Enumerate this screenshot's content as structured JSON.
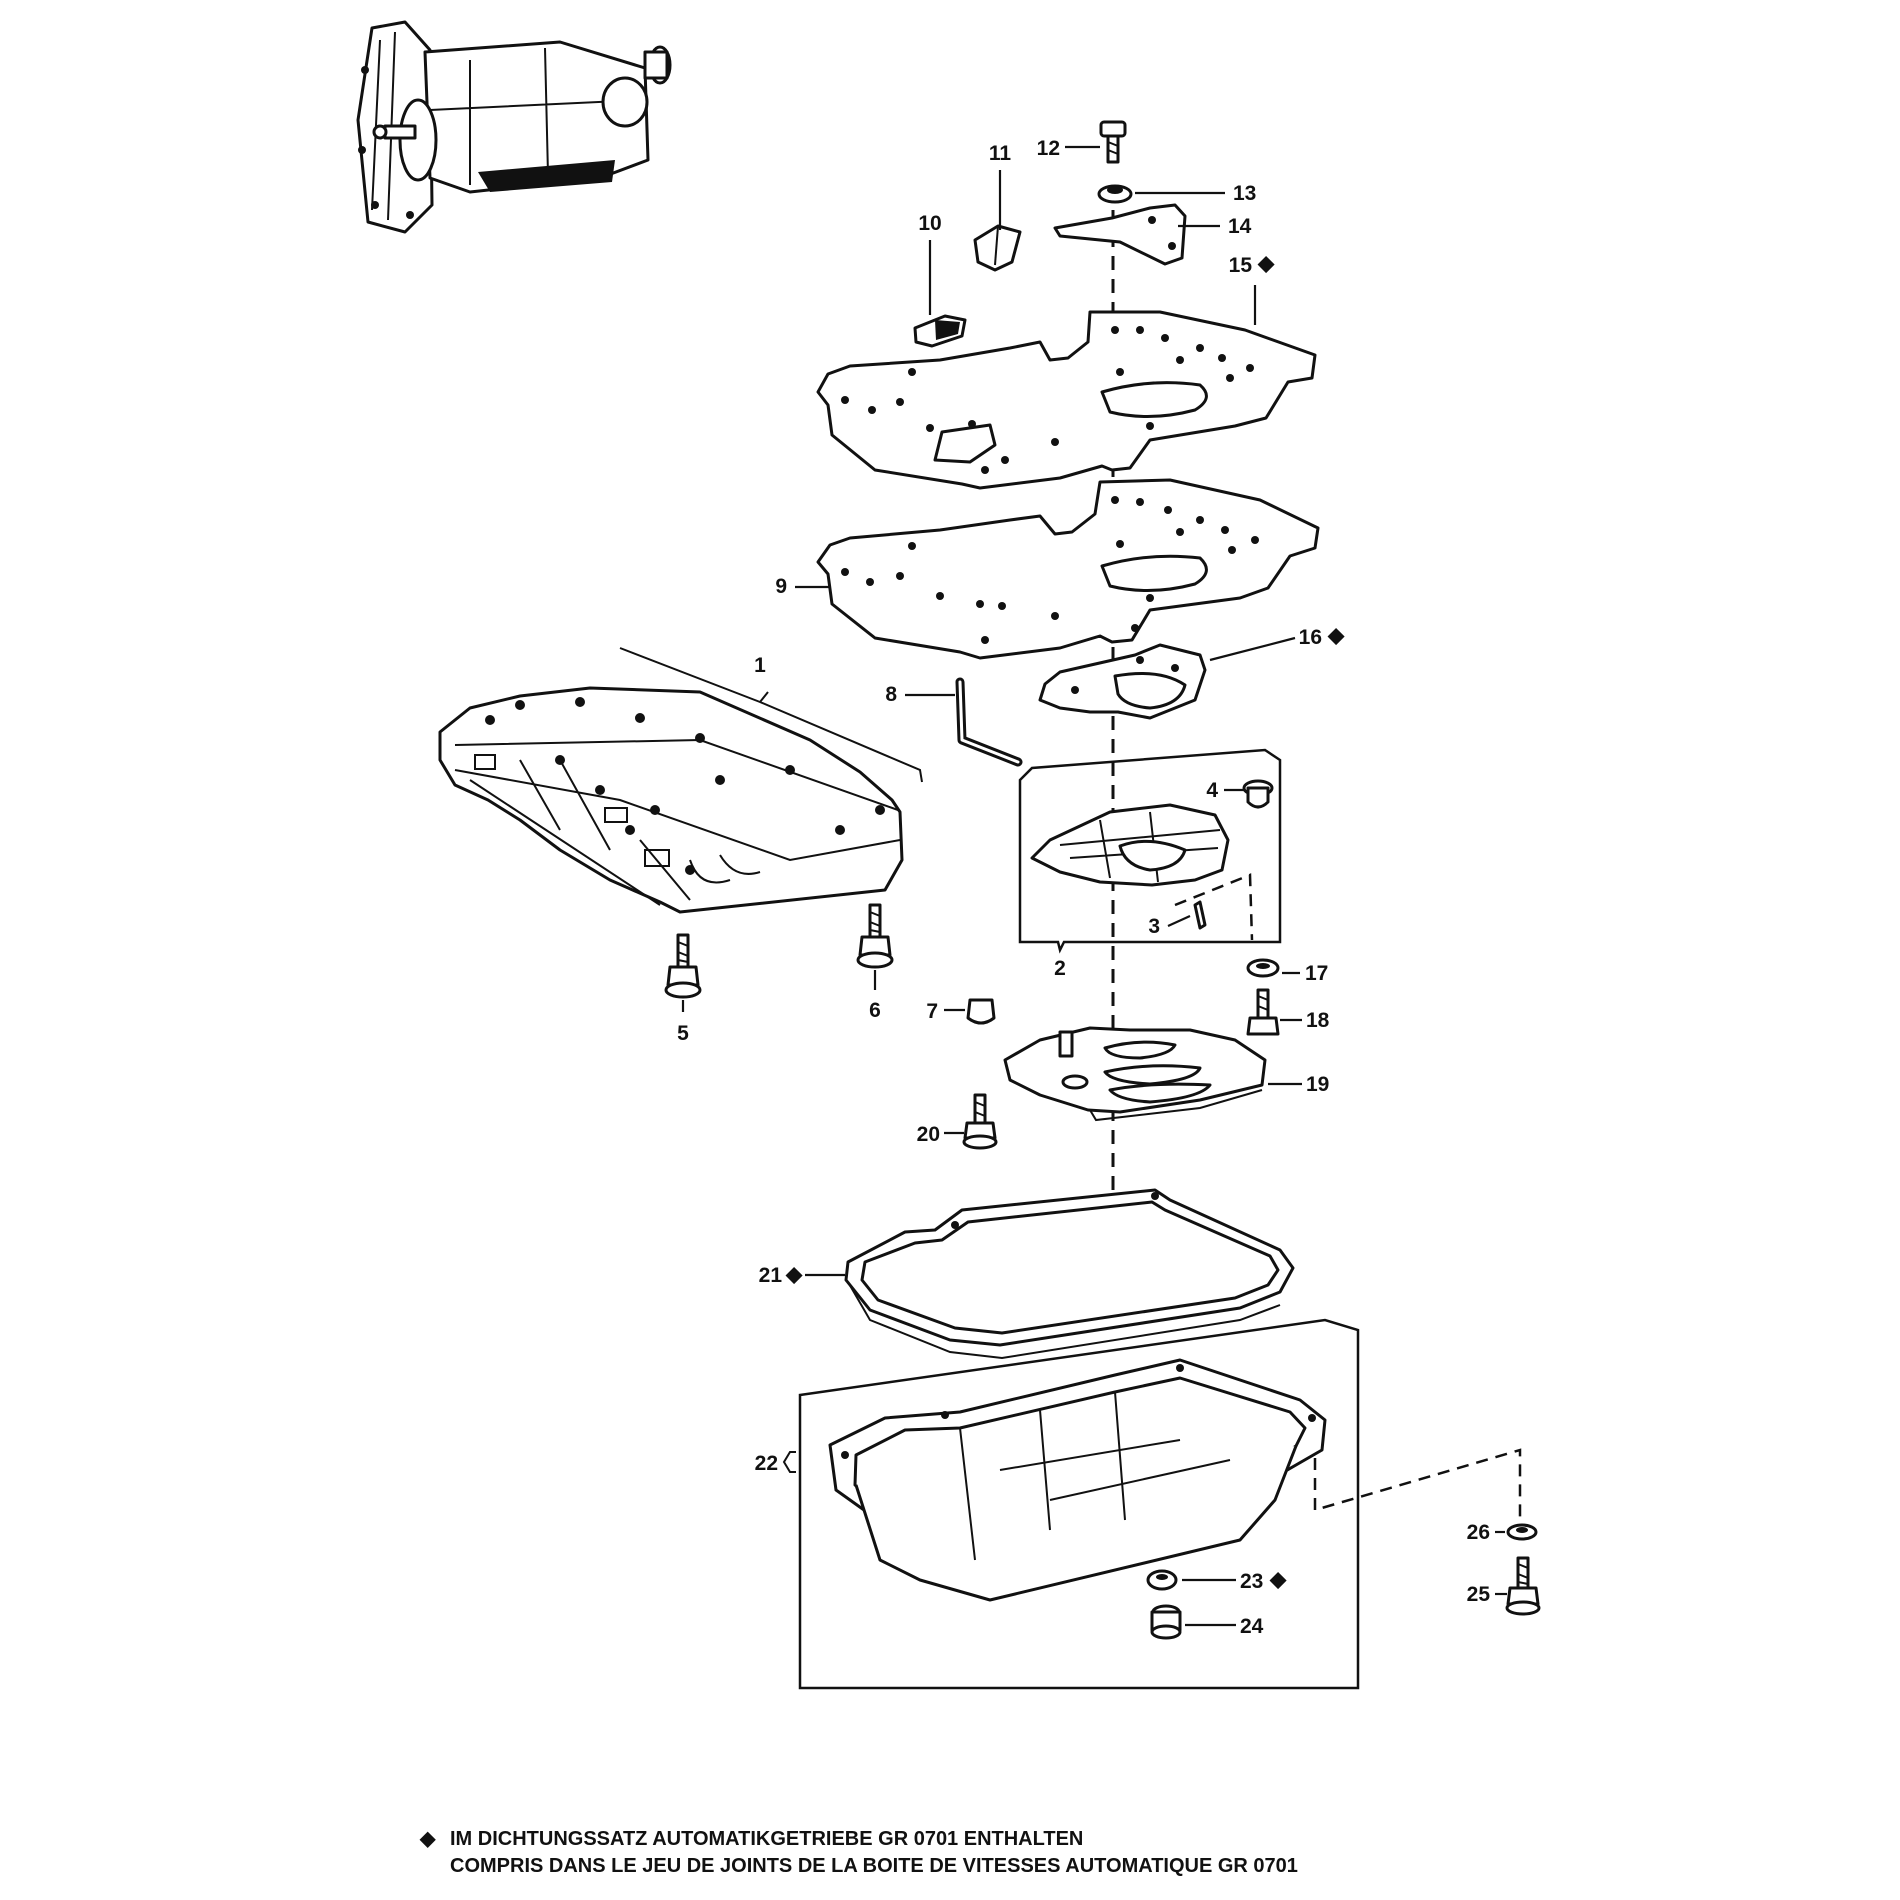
{
  "diagram": {
    "marker_symbol": "◆",
    "parts": [
      {
        "number": "1",
        "marked": false
      },
      {
        "number": "2",
        "marked": false
      },
      {
        "number": "3",
        "marked": false
      },
      {
        "number": "4",
        "marked": false
      },
      {
        "number": "5",
        "marked": false
      },
      {
        "number": "6",
        "marked": false
      },
      {
        "number": "7",
        "marked": false
      },
      {
        "number": "8",
        "marked": false
      },
      {
        "number": "9",
        "marked": false
      },
      {
        "number": "10",
        "marked": false
      },
      {
        "number": "11",
        "marked": false
      },
      {
        "number": "12",
        "marked": false
      },
      {
        "number": "13",
        "marked": false
      },
      {
        "number": "14",
        "marked": false
      },
      {
        "number": "15",
        "marked": true
      },
      {
        "number": "16",
        "marked": true
      },
      {
        "number": "17",
        "marked": false
      },
      {
        "number": "18",
        "marked": false
      },
      {
        "number": "19",
        "marked": false
      },
      {
        "number": "20",
        "marked": false
      },
      {
        "number": "21",
        "marked": true
      },
      {
        "number": "22",
        "marked": false
      },
      {
        "number": "23",
        "marked": true
      },
      {
        "number": "24",
        "marked": false
      },
      {
        "number": "25",
        "marked": false
      },
      {
        "number": "26",
        "marked": false
      }
    ]
  },
  "footnote": {
    "symbol": "◆",
    "line_de": "IM DICHTUNGSSATZ AUTOMATIKGETRIEBE GR 0701 ENTHALTEN",
    "line_fr": "COMPRIS DANS LE JEU DE JOINTS DE LA BOITE DE VITESSES AUTOMATIQUE GR 0701"
  }
}
